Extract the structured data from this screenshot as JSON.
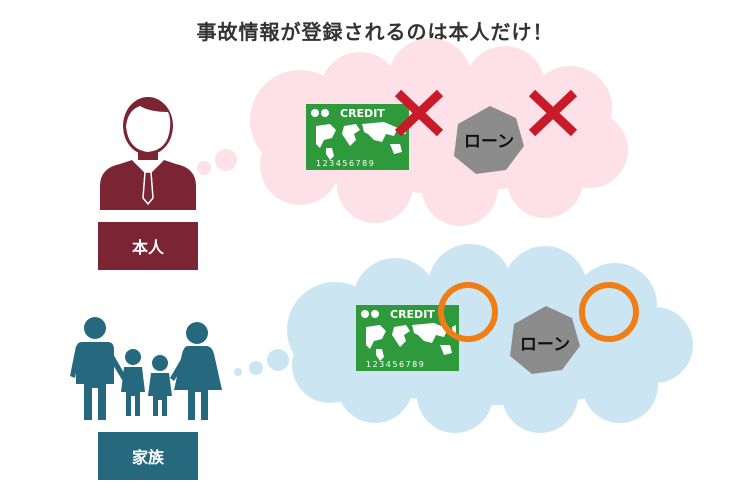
{
  "title": "事故情報が登録されるのは本人だけ！",
  "colors": {
    "self": "#7a2434",
    "family": "#26697f",
    "card": "#2e9a3c",
    "loan": "#8c8c8c",
    "cross": "#c91a2a",
    "circle": "#f07d15",
    "cloud_self": "#fde0e8",
    "cloud_family": "#cbe6f2"
  },
  "self": {
    "label": "本人",
    "card_brand": "CREDIT",
    "card_number": "123456789",
    "loan_label": "ローン",
    "card_mark": "cross-icon",
    "loan_mark": "cross-icon"
  },
  "family": {
    "label": "家族",
    "card_brand": "CREDIT",
    "card_number": "123456789",
    "loan_label": "ローン",
    "card_mark": "circle-icon",
    "loan_mark": "circle-icon"
  }
}
